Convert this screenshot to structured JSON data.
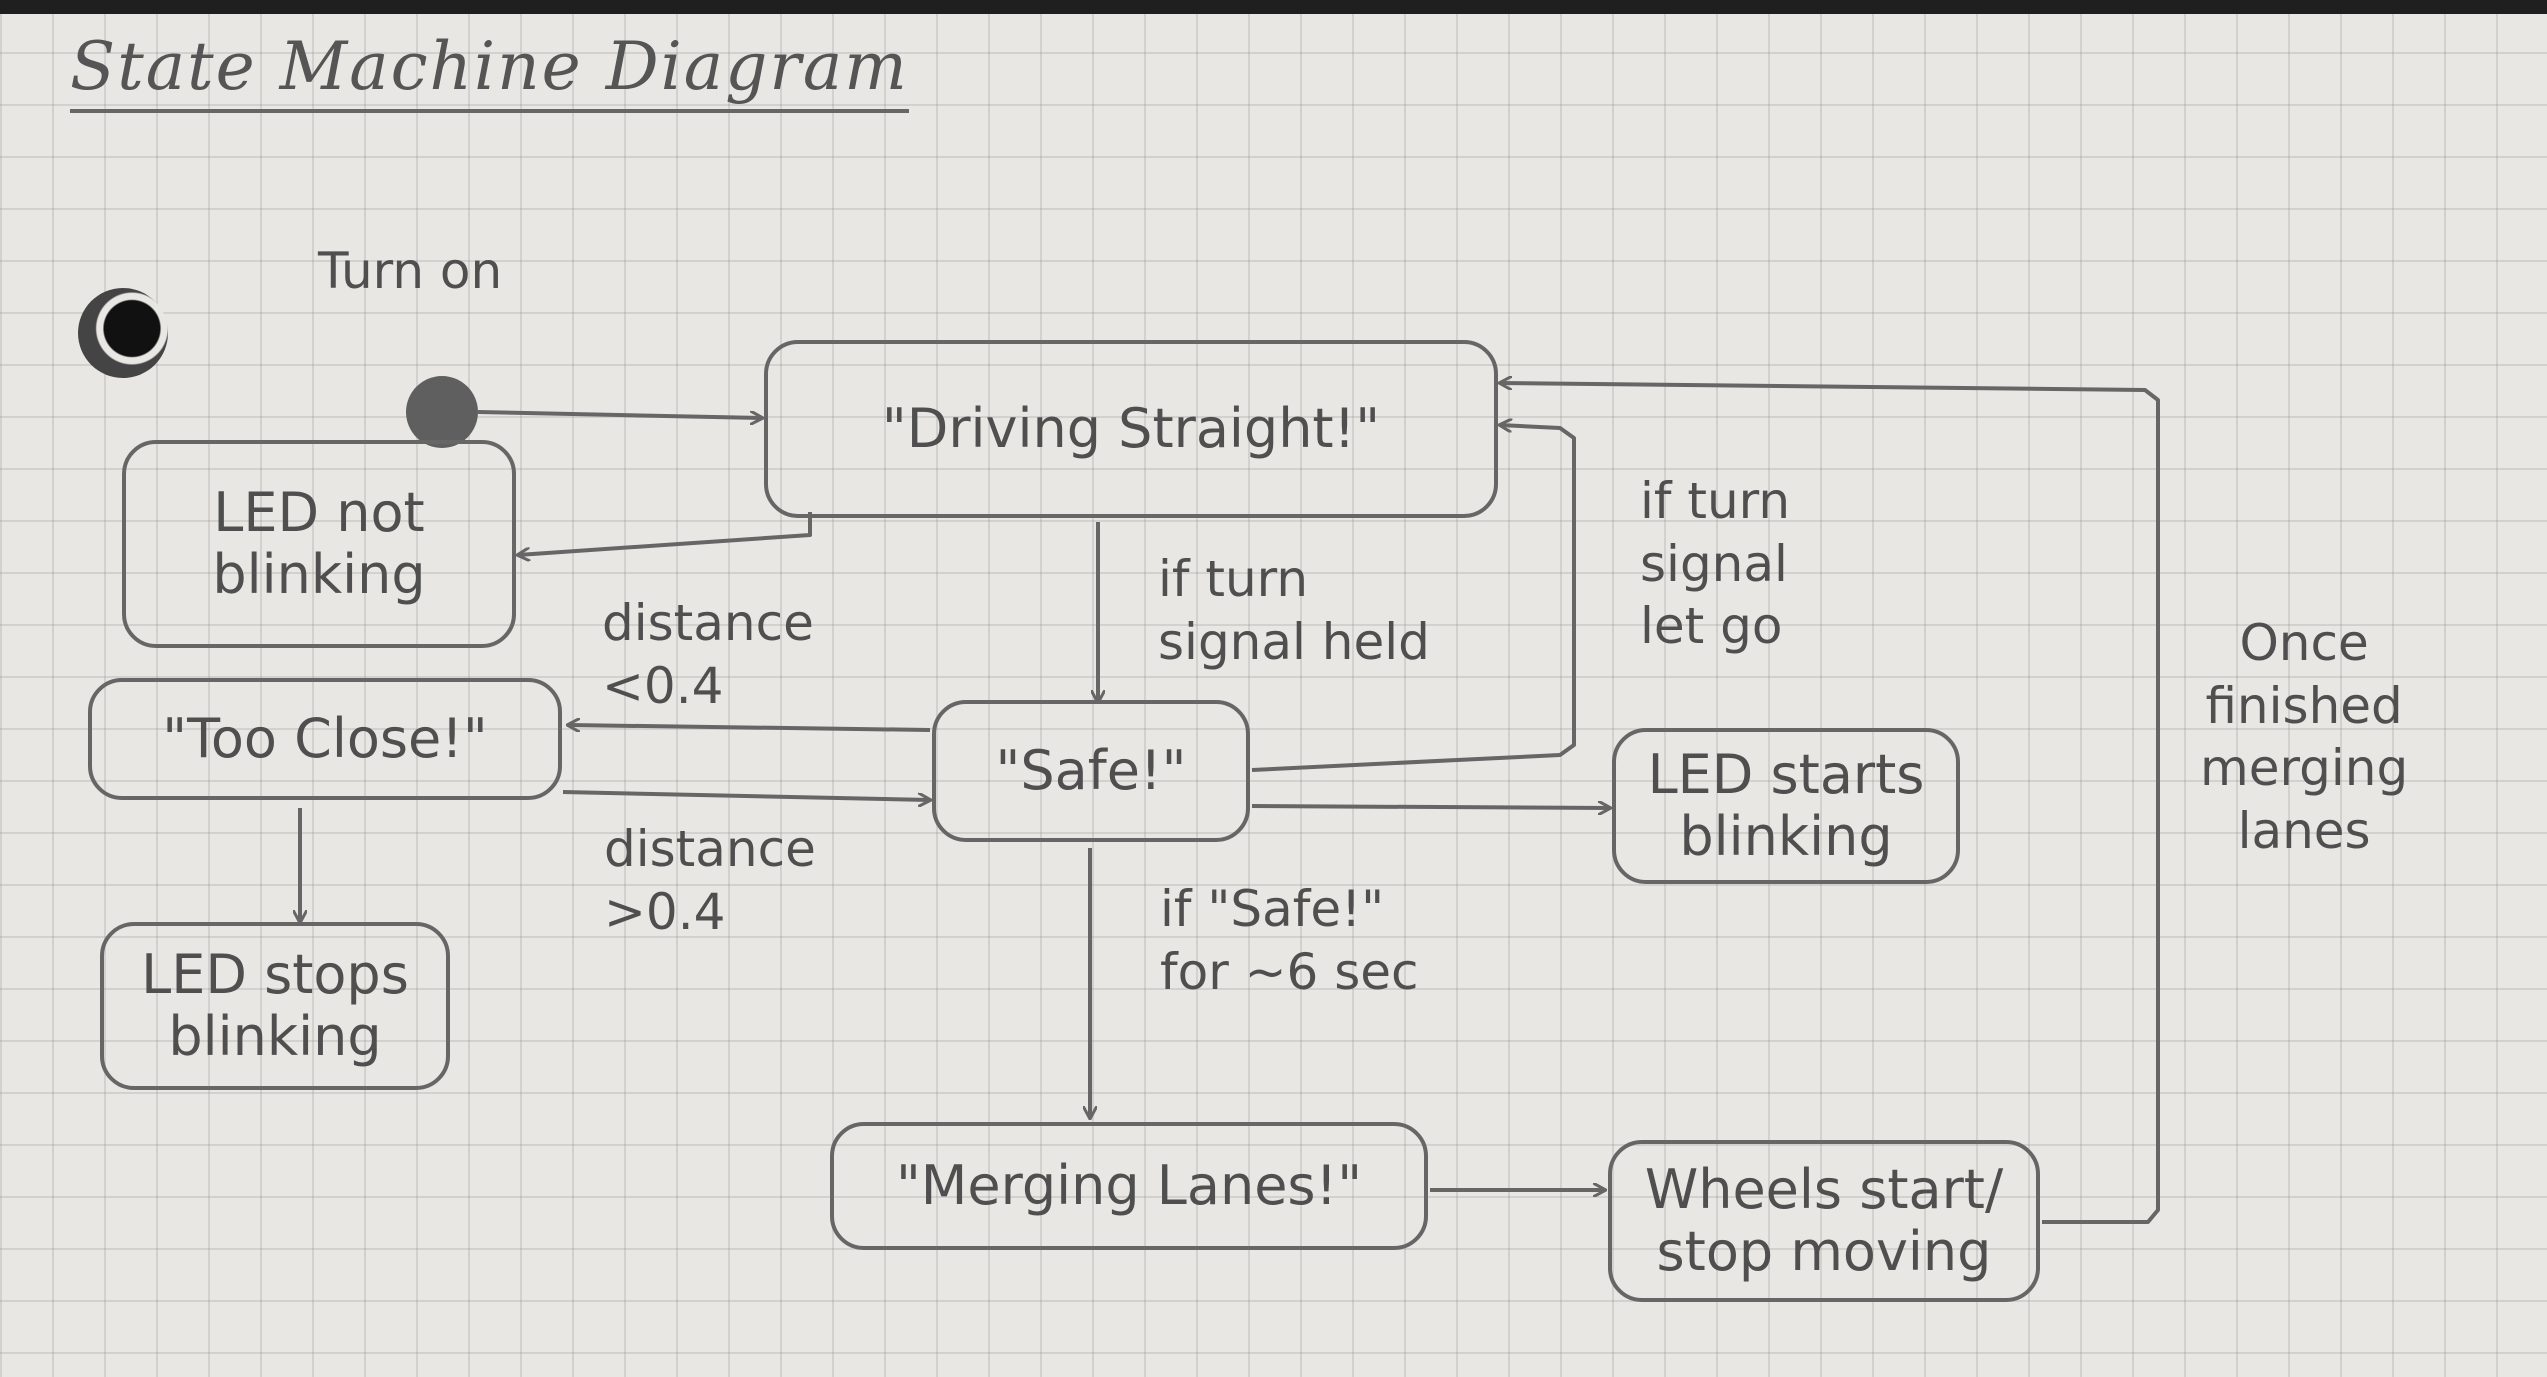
{
  "title": "State Machine Diagram",
  "start_label": "Turn on",
  "states": {
    "driving_straight": "\"Driving Straight!\"",
    "led_not_blinking": "LED not\nblinking",
    "too_close": "\"Too Close!\"",
    "safe": "\"Safe!\"",
    "led_stops_blinking": "LED stops\nblinking",
    "led_starts_blinking": "LED starts\nblinking",
    "merging_lanes": "\"Merging Lanes!\"",
    "wheels": "Wheels start/\nstop moving"
  },
  "transitions": {
    "turn_signal_held": "if turn\nsignal held",
    "turn_signal_let_go": "if turn\nsignal\nlet go",
    "distance_lt": "distance\n<0.4",
    "distance_gt": "distance\n>0.4",
    "safe_6_sec": "if \"Safe!\"\nfor ~6 sec",
    "once_finished": "Once\nfinished\nmerging\nlanes"
  }
}
